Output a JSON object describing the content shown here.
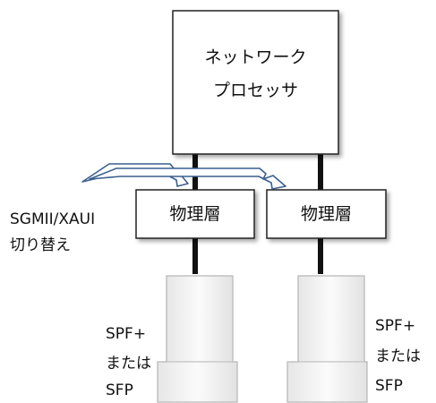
{
  "network_processor": {
    "line1": "ネットワーク",
    "line2": "プロセッサ"
  },
  "phy_left": {
    "label": "物理層"
  },
  "phy_right": {
    "label": "物理層"
  },
  "switch_note": {
    "line1": "SGMII/XAUI",
    "line2": "切り替え"
  },
  "module_left_note": {
    "line1": "SPF+",
    "line2": "または",
    "line3": "SFP"
  },
  "module_right_note": {
    "line1": "SPF+",
    "line2": "または",
    "line3": "SFP"
  },
  "colors": {
    "box_border": "#222222",
    "connector": "#111111",
    "arrow": "#3a5f8f",
    "module_fill": "#f2f2f2",
    "module_border": "#b5b5b5"
  }
}
